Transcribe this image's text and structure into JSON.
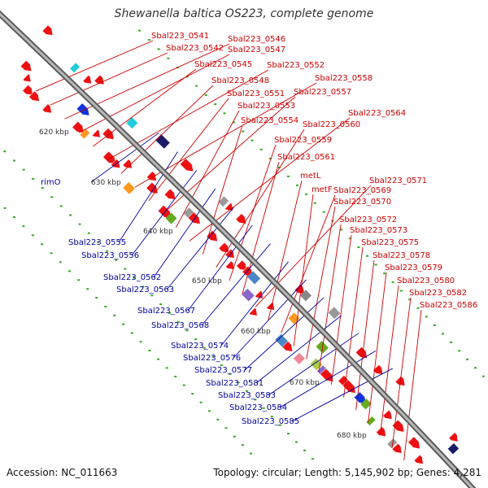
{
  "title": "Shewanella baltica OS223, complete genome",
  "footer": {
    "accession": "Accession: NC_011663",
    "summary": "Topology: circular; Length: 5,145,902 bp; Genes: 4,281"
  },
  "colors": {
    "backbone": "#8a8a8a",
    "forward_gene": "#ee1111",
    "reverse_gene": "#1133dd",
    "label_forward": "#cc0000",
    "label_reverse": "#0000a0",
    "gc_dots": "#33aa22"
  },
  "ticks": [
    "620 kbp",
    "630 kbp",
    "640 kbp",
    "650 kbp",
    "660 kbp",
    "670 kbp",
    "680 kbp"
  ],
  "labels_forward": [
    "Sbal223_0541",
    "Sbal223_0542",
    "Sbal223_0546",
    "Sbal223_0547",
    "Sbal223_0545",
    "Sbal223_0552",
    "Sbal223_0548",
    "Sbal223_0558",
    "Sbal223_0551",
    "Sbal223_0557",
    "Sbal223_0553",
    "Sbal223_0564",
    "Sbal223_0554",
    "Sbal223_0560",
    "Sbal223_0559",
    "Sbal223_0561",
    "Sbal223_0571",
    "metL",
    "Sbal223_0569",
    "metF",
    "Sbal223_0570",
    "Sbal223_0572",
    "Sbal223_0573",
    "Sbal223_0575",
    "Sbal223_0578",
    "Sbal223_0579",
    "Sbal223_0580",
    "Sbal223_0582",
    "Sbal223_0586"
  ],
  "labels_reverse": [
    "rimO",
    "Sbal223_0555",
    "Sbal223_0556",
    "Sbal223_0562",
    "Sbal223_0563",
    "Sbal223_0567",
    "Sbal223_0568",
    "Sbal223_0574",
    "Sbal223_0576",
    "Sbal223_0577",
    "Sbal223_0581",
    "Sbal223_0583",
    "Sbal223_0584",
    "Sbal223_0585"
  ]
}
